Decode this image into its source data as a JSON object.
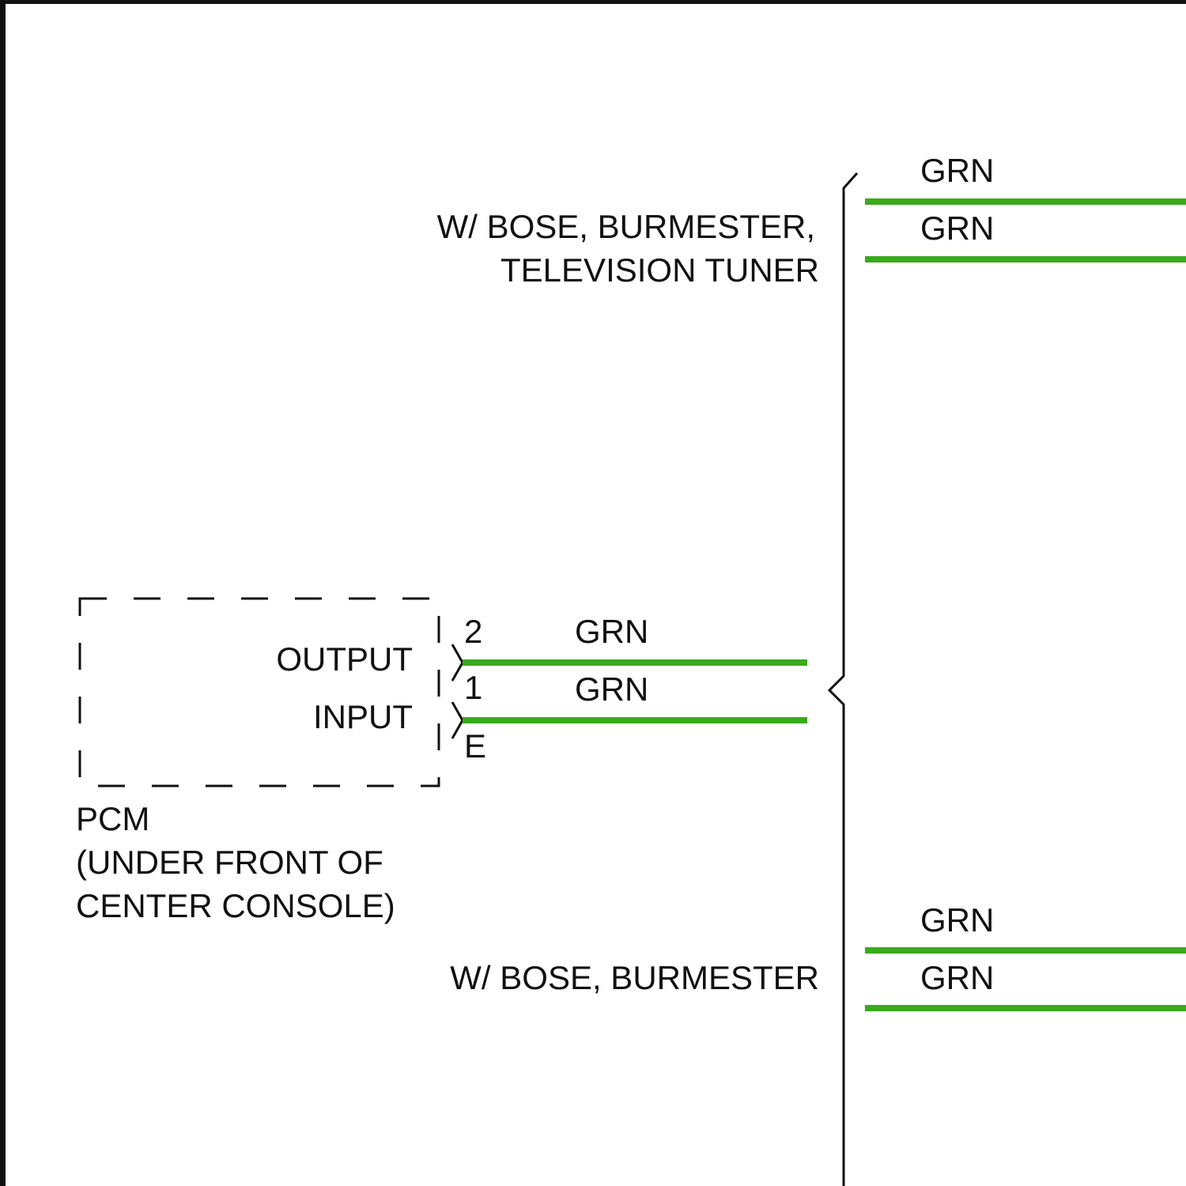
{
  "colors": {
    "wire": "#3aaa1c",
    "line": "#111111",
    "background": "#ffffff"
  },
  "pcm": {
    "name": "PCM",
    "location_line1": "(UNDER FRONT OF",
    "location_line2": "CENTER CONSOLE)",
    "output_label": "OUTPUT",
    "input_label": "INPUT",
    "connector_id": "E",
    "pin_output": "2",
    "pin_input": "1"
  },
  "wires": {
    "pcm_output": "GRN",
    "pcm_input": "GRN",
    "top_1": "GRN",
    "top_2": "GRN",
    "bottom_1": "GRN",
    "bottom_2": "GRN"
  },
  "options": {
    "top_line1": "W/ BOSE, BURMESTER,",
    "top_line2": "TELEVISION TUNER",
    "bottom": "W/ BOSE, BURMESTER"
  }
}
